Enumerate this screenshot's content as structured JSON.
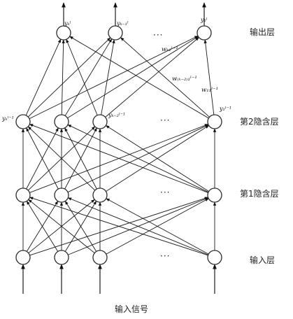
{
  "layers": {
    "output": "输出层",
    "hidden2": "第2隐含层",
    "hidden1": "第1隐含层",
    "input": "输入层"
  },
  "input_signal": "输入信号",
  "ellipsis": "···",
  "node_labels": {
    "out_1": "yₖˡ",
    "out_2": "yₖ₋₁ˡ",
    "out_3": "y₁ˡ",
    "h2_1": "yₖˡ⁻¹",
    "h2_3": "yₖ₋₂ˡ⁻¹",
    "h2_4": "y₁ˡ⁻¹"
  },
  "weights": {
    "w1": "wₖ₁ˡ⁻¹",
    "w2": "w₍ₖ₋₂₎₁ˡ⁻¹",
    "w3": "w₁₁ˡ⁻¹"
  }
}
